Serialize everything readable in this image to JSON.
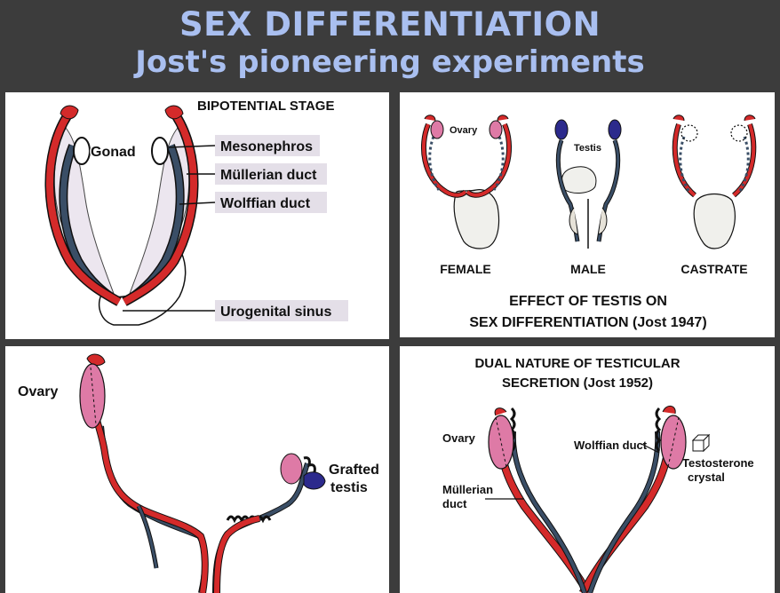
{
  "header": {
    "title": "SEX DIFFERENTIATION",
    "subtitle": "Jost's pioneering experiments"
  },
  "panel_bipotential": {
    "heading": "BIPOTENTIAL STAGE",
    "gonad": "Gonad",
    "mesonephros": "Mesonephros",
    "mullerian": "Müllerian duct",
    "wolffian": "Wolffian duct",
    "sinus": "Urogenital sinus"
  },
  "panel_effect": {
    "ovary": "Ovary",
    "testis": "Testis",
    "female": "FEMALE",
    "male": "MALE",
    "castrate": "CASTRATE",
    "caption_line1": "EFFECT OF TESTIS ON",
    "caption_line2": "SEX DIFFERENTIATION (Jost 1947)"
  },
  "panel_graft": {
    "ovary": "Ovary",
    "grafted_line1": "Grafted",
    "grafted_line2": "testis"
  },
  "panel_dual": {
    "heading_line1": "DUAL NATURE OF TESTICULAR",
    "heading_line2": "SECRETION (Jost 1952)",
    "ovary": "Ovary",
    "wolffian": "Wolffian duct",
    "mullerian_line1": "Müllerian",
    "mullerian_line2": "duct",
    "testosterone_line1": "Testosterone",
    "testosterone_line2": "crystal"
  },
  "colors": {
    "background": "#3c3c3c",
    "title": "#a9bff0",
    "mullerian_duct": "#d42a2a",
    "wolffian_duct": "#3a4e66",
    "ovary": "#de7aa6",
    "testis": "#2c2a8c",
    "label_box": "#e4dfe8"
  }
}
